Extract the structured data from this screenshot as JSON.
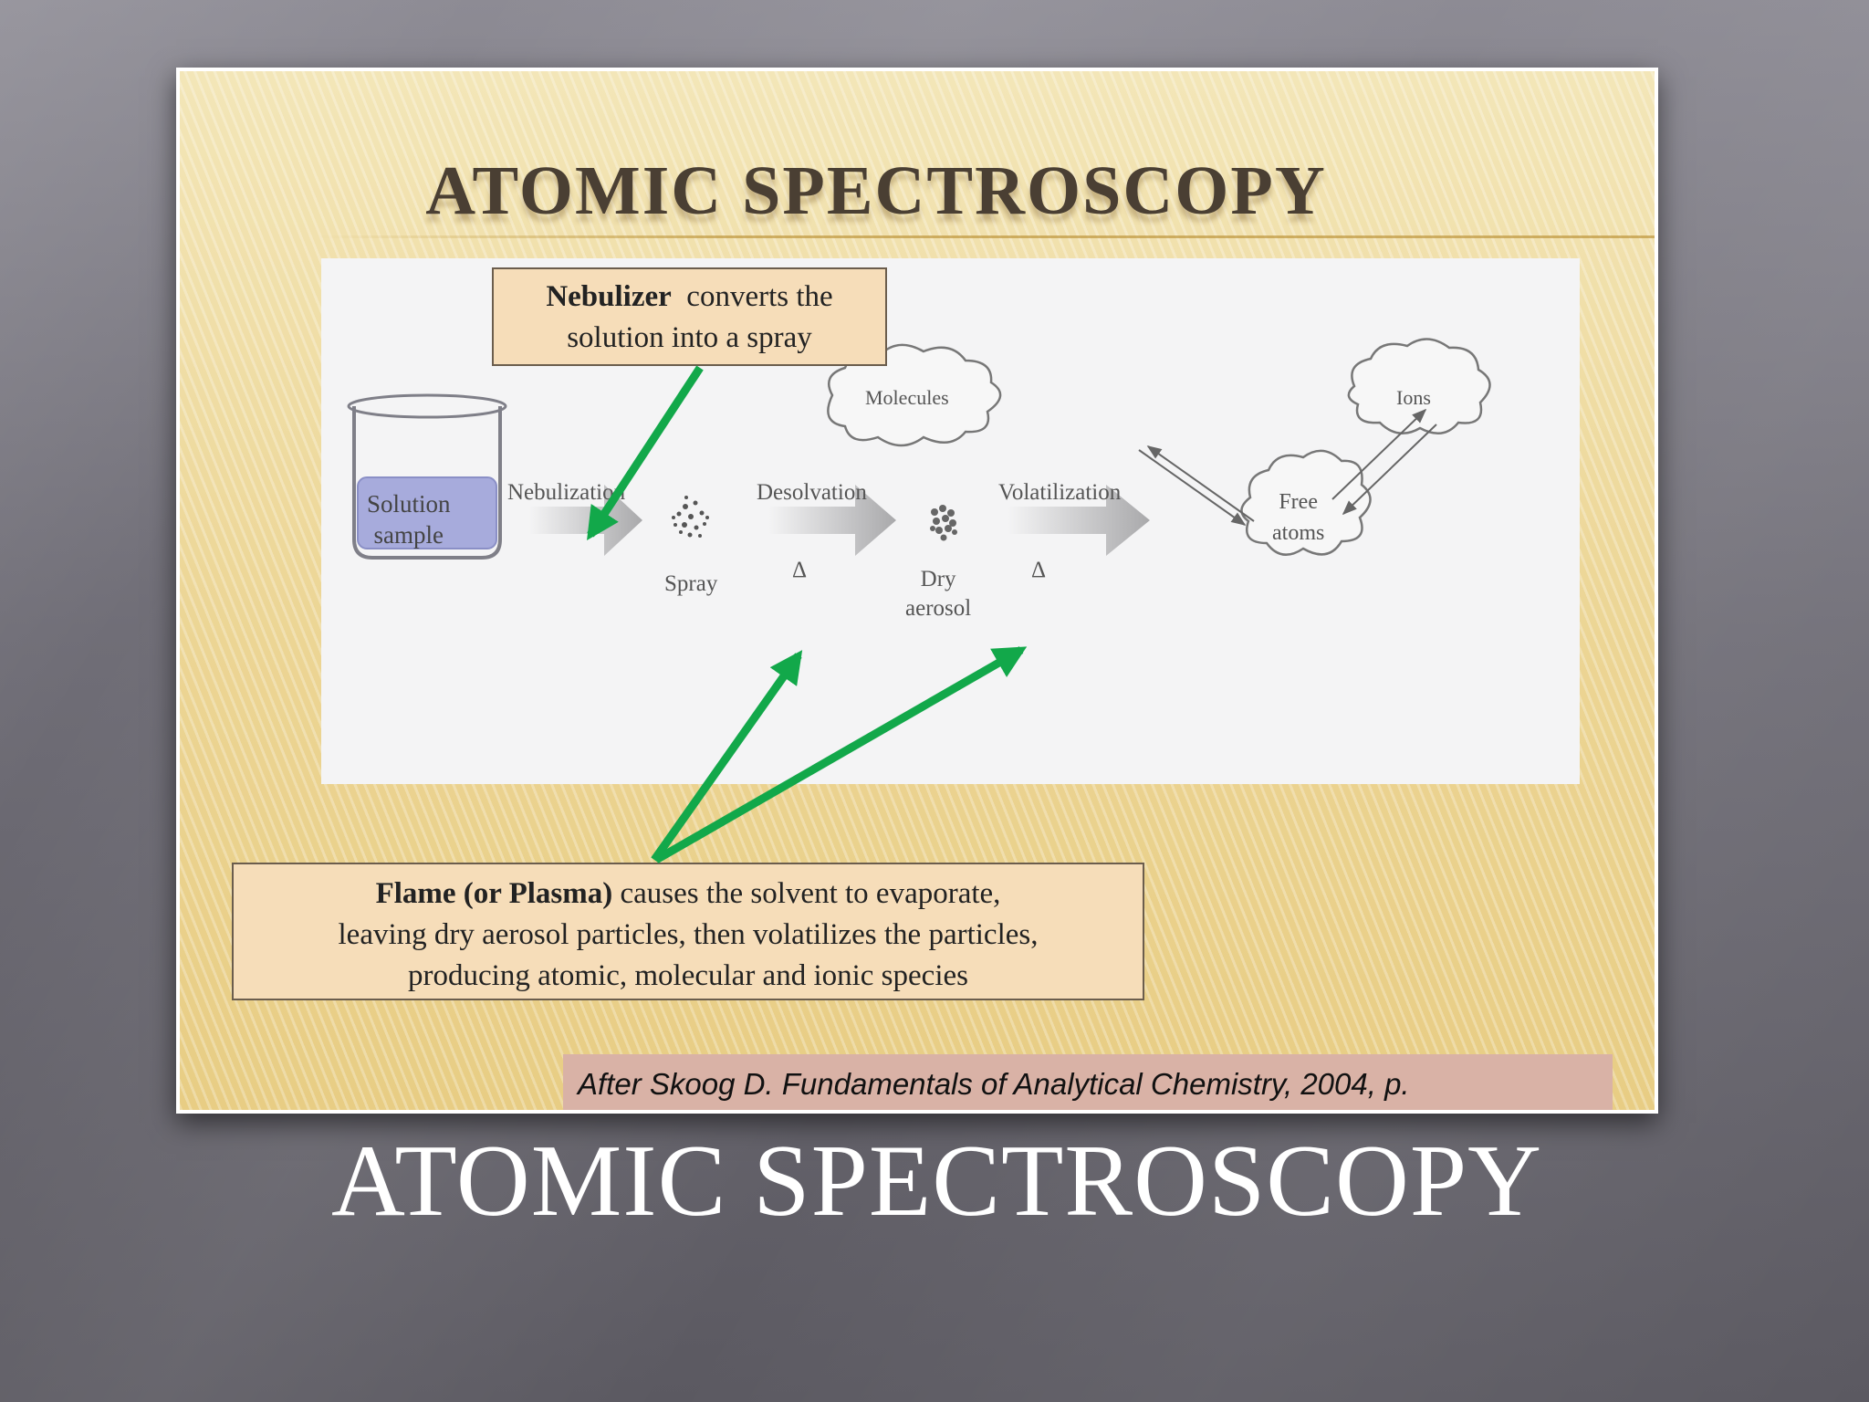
{
  "slide": {
    "title": "ATOMIC SPECTROSCOPY",
    "citation": "After Skoog D. Fundamentals of Analytical Chemistry, 2004, p."
  },
  "diagram": {
    "beaker_label_line1": "Solution",
    "beaker_label_line2": "sample",
    "step_nebulization": "Nebulization",
    "step_desolvation": "Desolvation",
    "step_volatilization": "Volatilization",
    "product_spray": "Spray",
    "product_dry_line1": "Dry",
    "product_dry_line2": "aerosol",
    "heat_symbol_1": "Δ",
    "heat_symbol_2": "Δ",
    "cloud_molecules": "Molecules",
    "cloud_ions": "Ions",
    "free_atoms_line1": "Free",
    "free_atoms_line2": "atoms"
  },
  "callouts": {
    "nebulizer_bold": "Nebulizer",
    "nebulizer_rest_line1": "converts the",
    "nebulizer_line2": "solution into a spray",
    "flame_bold": "Flame  (or Plasma)",
    "flame_rest_line1": "causes the solvent to evaporate,",
    "flame_line2": "leaving dry aerosol particles, then volatilizes the particles,",
    "flame_line3": "producing atomic, molecular and ionic species"
  },
  "caption": "ATOMIC SPECTROSCOPY",
  "colors": {
    "callout_arrow": "#12a84a",
    "callout_fill": "#f6ddb9",
    "citation_fill": "#d9b2a6",
    "solution_fill": "#a7abdc"
  }
}
